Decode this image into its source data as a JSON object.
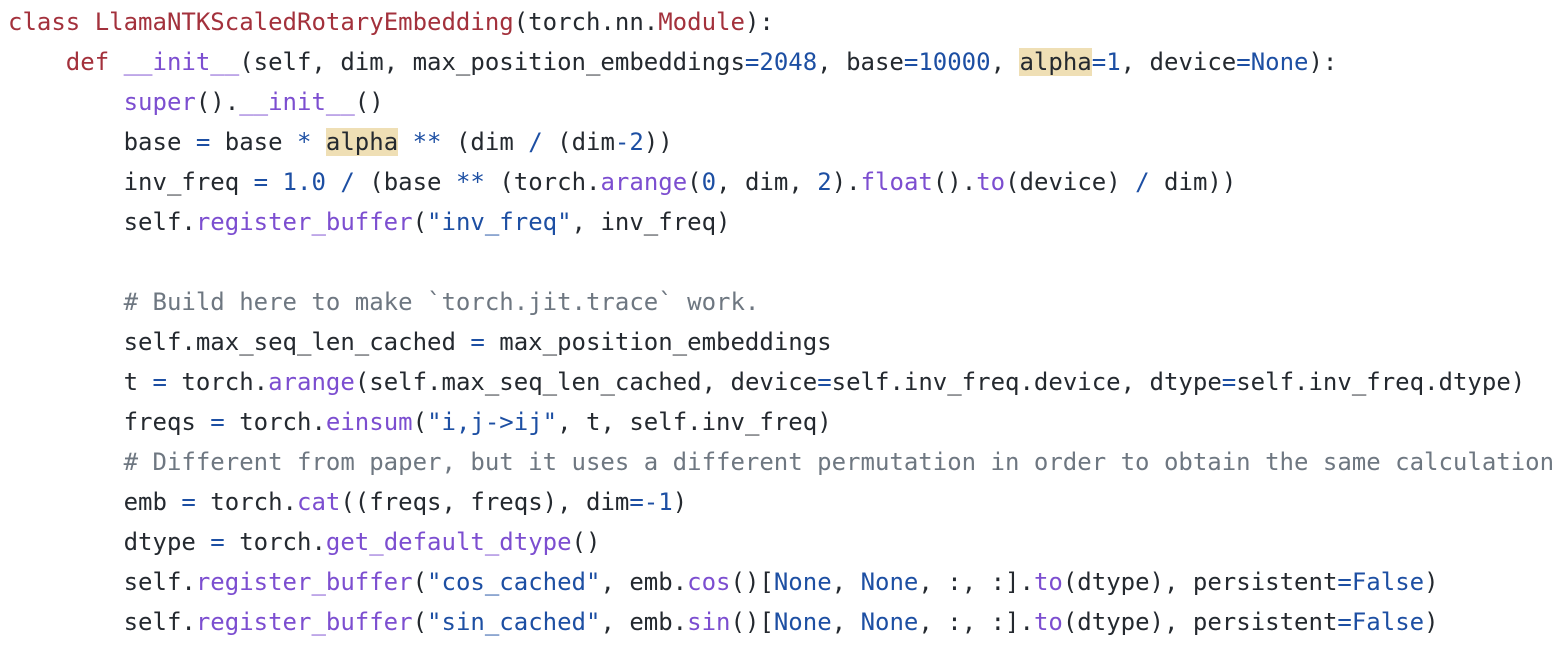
{
  "editor": {
    "colors": {
      "background": "#ffffff",
      "text": "#24292f",
      "keyword": "#a3313c",
      "function": "#7c4ed0",
      "number": "#1d4fa3",
      "comment": "#6e7781",
      "highlight": "#efdfb5"
    },
    "lines": [
      [
        {
          "t": "class ",
          "c": "kw"
        },
        {
          "t": "LlamaNTKScaledRotaryEmbedding",
          "c": "cls"
        },
        {
          "t": "(torch.nn."
        },
        {
          "t": "Module",
          "c": "cls"
        },
        {
          "t": "):"
        }
      ],
      [
        {
          "t": "    "
        },
        {
          "t": "def ",
          "c": "kw"
        },
        {
          "t": "__init__",
          "c": "fn"
        },
        {
          "t": "(self, dim, max_position_embeddings"
        },
        {
          "t": "=",
          "c": "op"
        },
        {
          "t": "2048",
          "c": "num"
        },
        {
          "t": ", base"
        },
        {
          "t": "=",
          "c": "op"
        },
        {
          "t": "10000",
          "c": "num"
        },
        {
          "t": ", "
        },
        {
          "t": "alpha",
          "c": "hl"
        },
        {
          "t": "=",
          "c": "op"
        },
        {
          "t": "1",
          "c": "num"
        },
        {
          "t": ", device"
        },
        {
          "t": "=",
          "c": "op"
        },
        {
          "t": "None",
          "c": "num"
        },
        {
          "t": "):"
        }
      ],
      [
        {
          "t": "        "
        },
        {
          "t": "super",
          "c": "fn"
        },
        {
          "t": "()."
        },
        {
          "t": "__init__",
          "c": "fn"
        },
        {
          "t": "()"
        }
      ],
      [
        {
          "t": "        base "
        },
        {
          "t": "=",
          "c": "op"
        },
        {
          "t": " base "
        },
        {
          "t": "*",
          "c": "op"
        },
        {
          "t": " "
        },
        {
          "t": "alpha",
          "c": "hl"
        },
        {
          "t": " "
        },
        {
          "t": "**",
          "c": "op"
        },
        {
          "t": " (dim "
        },
        {
          "t": "/",
          "c": "op"
        },
        {
          "t": " (dim"
        },
        {
          "t": "-",
          "c": "op"
        },
        {
          "t": "2",
          "c": "num"
        },
        {
          "t": "))"
        }
      ],
      [
        {
          "t": "        inv_freq "
        },
        {
          "t": "=",
          "c": "op"
        },
        {
          "t": " "
        },
        {
          "t": "1.0",
          "c": "num"
        },
        {
          "t": " "
        },
        {
          "t": "/",
          "c": "op"
        },
        {
          "t": " (base "
        },
        {
          "t": "**",
          "c": "op"
        },
        {
          "t": " (torch."
        },
        {
          "t": "arange",
          "c": "fn"
        },
        {
          "t": "("
        },
        {
          "t": "0",
          "c": "num"
        },
        {
          "t": ", dim, "
        },
        {
          "t": "2",
          "c": "num"
        },
        {
          "t": ")."
        },
        {
          "t": "float",
          "c": "fn"
        },
        {
          "t": "()."
        },
        {
          "t": "to",
          "c": "fn"
        },
        {
          "t": "(device) "
        },
        {
          "t": "/",
          "c": "op"
        },
        {
          "t": " dim))"
        }
      ],
      [
        {
          "t": "        self."
        },
        {
          "t": "register_buffer",
          "c": "fn"
        },
        {
          "t": "("
        },
        {
          "t": "\"inv_freq\"",
          "c": "str"
        },
        {
          "t": ", inv_freq)"
        }
      ],
      [
        {
          "t": ""
        }
      ],
      [
        {
          "t": "        "
        },
        {
          "t": "# Build here to make `torch.jit.trace` work.",
          "c": "com"
        }
      ],
      [
        {
          "t": "        self.max_seq_len_cached "
        },
        {
          "t": "=",
          "c": "op"
        },
        {
          "t": " max_position_embeddings"
        }
      ],
      [
        {
          "t": "        t "
        },
        {
          "t": "=",
          "c": "op"
        },
        {
          "t": " torch."
        },
        {
          "t": "arange",
          "c": "fn"
        },
        {
          "t": "(self.max_seq_len_cached, device"
        },
        {
          "t": "=",
          "c": "op"
        },
        {
          "t": "self.inv_freq.device, dtype"
        },
        {
          "t": "=",
          "c": "op"
        },
        {
          "t": "self.inv_freq.dtype)"
        }
      ],
      [
        {
          "t": "        freqs "
        },
        {
          "t": "=",
          "c": "op"
        },
        {
          "t": " torch."
        },
        {
          "t": "einsum",
          "c": "fn"
        },
        {
          "t": "("
        },
        {
          "t": "\"i,j->ij\"",
          "c": "str"
        },
        {
          "t": ", t, self.inv_freq)"
        }
      ],
      [
        {
          "t": "        "
        },
        {
          "t": "# Different from paper, but it uses a different permutation in order to obtain the same calculation",
          "c": "com"
        }
      ],
      [
        {
          "t": "        emb "
        },
        {
          "t": "=",
          "c": "op"
        },
        {
          "t": " torch."
        },
        {
          "t": "cat",
          "c": "fn"
        },
        {
          "t": "((freqs, freqs), dim"
        },
        {
          "t": "=-",
          "c": "op"
        },
        {
          "t": "1",
          "c": "num"
        },
        {
          "t": ")"
        }
      ],
      [
        {
          "t": "        dtype "
        },
        {
          "t": "=",
          "c": "op"
        },
        {
          "t": " torch."
        },
        {
          "t": "get_default_dtype",
          "c": "fn"
        },
        {
          "t": "()"
        }
      ],
      [
        {
          "t": "        self."
        },
        {
          "t": "register_buffer",
          "c": "fn"
        },
        {
          "t": "("
        },
        {
          "t": "\"cos_cached\"",
          "c": "str"
        },
        {
          "t": ", emb."
        },
        {
          "t": "cos",
          "c": "fn"
        },
        {
          "t": "()["
        },
        {
          "t": "None",
          "c": "num"
        },
        {
          "t": ", "
        },
        {
          "t": "None",
          "c": "num"
        },
        {
          "t": ", :, :]."
        },
        {
          "t": "to",
          "c": "fn"
        },
        {
          "t": "(dtype), persistent"
        },
        {
          "t": "=",
          "c": "op"
        },
        {
          "t": "False",
          "c": "num"
        },
        {
          "t": ")"
        }
      ],
      [
        {
          "t": "        self."
        },
        {
          "t": "register_buffer",
          "c": "fn"
        },
        {
          "t": "("
        },
        {
          "t": "\"sin_cached\"",
          "c": "str"
        },
        {
          "t": ", emb."
        },
        {
          "t": "sin",
          "c": "fn"
        },
        {
          "t": "()["
        },
        {
          "t": "None",
          "c": "num"
        },
        {
          "t": ", "
        },
        {
          "t": "None",
          "c": "num"
        },
        {
          "t": ", :, :]."
        },
        {
          "t": "to",
          "c": "fn"
        },
        {
          "t": "(dtype), persistent"
        },
        {
          "t": "=",
          "c": "op"
        },
        {
          "t": "False",
          "c": "num"
        },
        {
          "t": ")"
        }
      ]
    ]
  }
}
